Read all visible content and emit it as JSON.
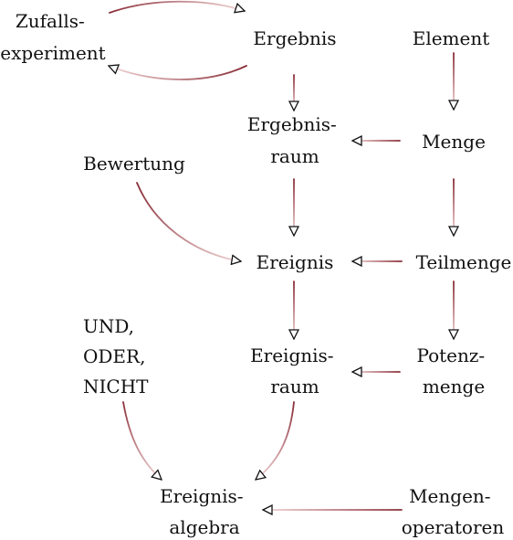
{
  "nodes": {
    "zufallsexperiment": [
      "Zufalls-",
      "experiment"
    ],
    "ergebnis": [
      "Ergebnis"
    ],
    "element": [
      "Element"
    ],
    "ergebnisraum": [
      "Ergebnis-",
      "raum"
    ],
    "menge": [
      "Menge"
    ],
    "bewertung": [
      "Bewertung"
    ],
    "ereignis": [
      "Ereignis"
    ],
    "teilmenge": [
      "Teilmenge"
    ],
    "logik": [
      "UND,",
      "ODER,",
      "NICHT"
    ],
    "ereignisraum": [
      "Ereignis-",
      "raum"
    ],
    "potenzmenge": [
      "Potenz-",
      "menge"
    ],
    "ereignisalgebra": [
      "Ereignis-",
      "algebra"
    ],
    "mengenoperatoren": [
      "Mengen-",
      "operatoren"
    ]
  },
  "edges": [
    {
      "from": "zufallsexperiment",
      "to": "ergebnis"
    },
    {
      "from": "ergebnis",
      "to": "zufallsexperiment"
    },
    {
      "from": "ergebnis",
      "to": "ergebnisraum"
    },
    {
      "from": "element",
      "to": "menge"
    },
    {
      "from": "menge",
      "to": "ergebnisraum"
    },
    {
      "from": "ergebnisraum",
      "to": "ereignis"
    },
    {
      "from": "menge",
      "to": "teilmenge"
    },
    {
      "from": "bewertung",
      "to": "ereignis"
    },
    {
      "from": "teilmenge",
      "to": "ereignis"
    },
    {
      "from": "ereignis",
      "to": "ereignisraum"
    },
    {
      "from": "teilmenge",
      "to": "potenzmenge"
    },
    {
      "from": "potenzmenge",
      "to": "ereignisraum"
    },
    {
      "from": "logik",
      "to": "ereignisalgebra"
    },
    {
      "from": "ereignisraum",
      "to": "ereignisalgebra"
    },
    {
      "from": "mengenoperatoren",
      "to": "ereignisalgebra"
    }
  ],
  "colors": {
    "edge_start": "#f2d6d6",
    "edge_end": "#8a2e38",
    "arrow": "#111111",
    "text": "#111111"
  }
}
